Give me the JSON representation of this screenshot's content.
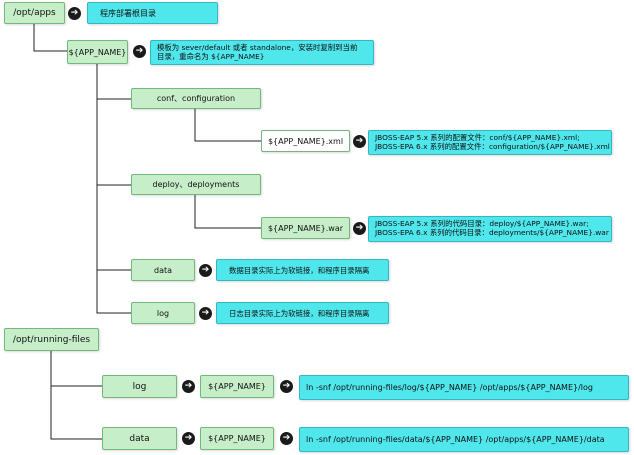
{
  "nodes": {
    "opt_apps": "/opt/apps",
    "opt_apps_desc": "程序部署根目录",
    "app_name": "${APP_NAME}",
    "app_name_desc": [
      "模板为 sever/default 或者 standalone，安装时复制到当前",
      "目录，重命名为 ${APP_NAME}"
    ],
    "conf": "conf、configuration",
    "conf_xml": "${APP_NAME}.xml",
    "conf_xml_desc": [
      "JBOSS-EAP 5.x 系列的配置文件：conf/${APP_NAME}.xml;",
      "JBOSS-EPA 6.x 系列的配置文件：configuration/${APP_NAME}.xml"
    ],
    "deploy": "deploy、deployments",
    "deploy_war": "${APP_NAME}.war",
    "deploy_war_desc": [
      "JBOSS-EAP 5.x 系列的代码目录：deploy/${APP_NAME}.war;",
      "JBOSS-EPA 6.x 系列的代码目录：deployments/${APP_NAME}.war"
    ],
    "data": "data",
    "data_desc": "数据目录实际上为软链接，和程序目录隔离",
    "log": "log",
    "log_desc": "日志目录实际上为软链接，和程序目录隔离",
    "running_files": "/opt/running-files",
    "rf_log": "log",
    "rf_log_app": "${APP_NAME}",
    "rf_log_cmd": "ln -snf /opt/running-files/log/${APP_NAME} /opt/apps/${APP_NAME}/log",
    "rf_data": "data",
    "rf_data_app": "${APP_NAME}",
    "rf_data_cmd": "ln -snf /opt/running-files/data/${APP_NAME} /opt/apps/${APP_NAME}/data"
  },
  "arrow_glyph": "➔",
  "colors": {
    "node_green": "#c6eec8",
    "node_white": "#ffffff",
    "node_cyan": "#4fe6ec",
    "connector": "#222222",
    "arrow_bg": "#1a1a1a"
  }
}
